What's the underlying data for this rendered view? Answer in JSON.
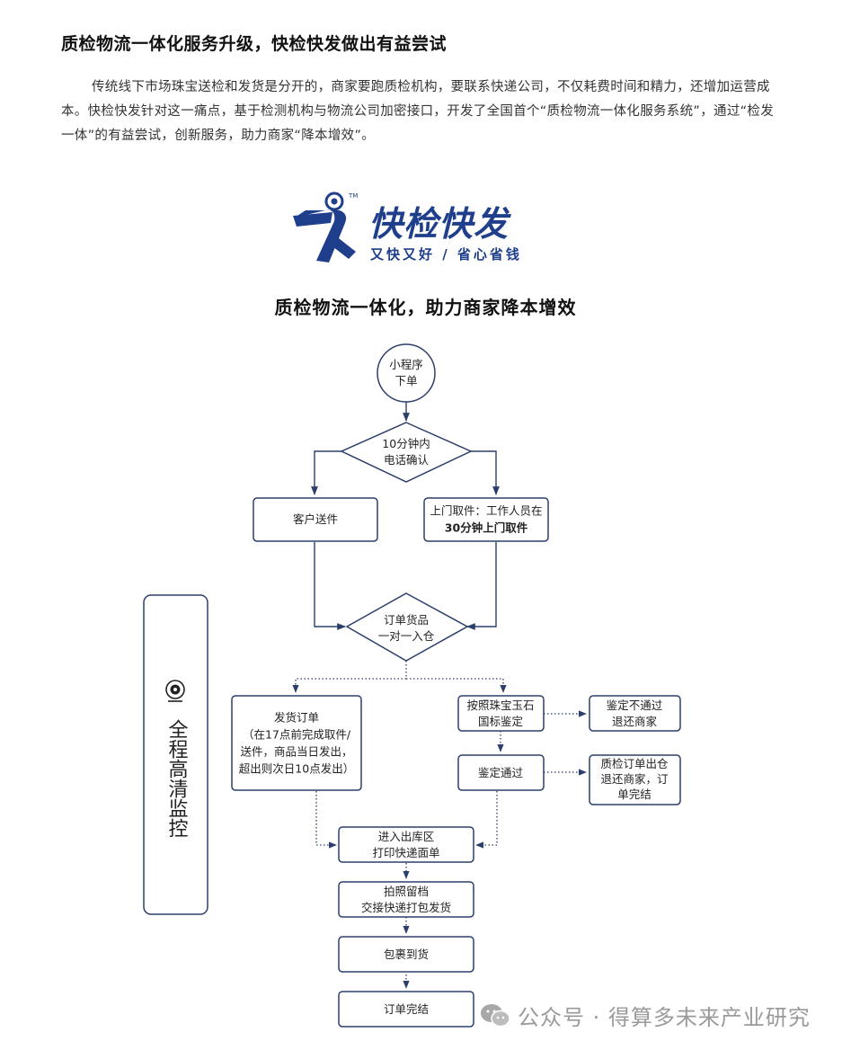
{
  "article": {
    "headline": "质检物流一体化服务升级，快检快发做出有益尝试",
    "paragraph": "传统线下市场珠宝送检和发货是分开的，商家要跑质检机构，要联系快递公司，不仅耗费时间和精力，还增加运营成本。快检快发针对这一痛点，基于检测机构与物流公司加密接口，开发了全国首个“质检物流一体化服务系统”，通过“检发一体”的有益尝试，创新服务，助力商家“降本增效”。"
  },
  "brand": {
    "name": "快检快发",
    "slogan": "又快又好 / 省心省钱",
    "trademark": "TM",
    "color": "#1f3f8c"
  },
  "diagram": {
    "title": "质检物流一体化，助力商家降本增效",
    "line_color": "#2c3e6b",
    "side_panel": {
      "icon": "webcam-icon",
      "label": "全程高清监控"
    },
    "nodes": {
      "start": [
        "小程序",
        "下单"
      ],
      "confirm": [
        "10分钟内",
        "电话确认"
      ],
      "customer_send": [
        "客户送件"
      ],
      "pickup": [
        "上门取件：工作人员在",
        "30分钟上门取件"
      ],
      "warehouse": [
        "订单货品",
        "一对一入仓"
      ],
      "ship_order": [
        "发货订单",
        "（在17点前完成取件/",
        "送件，商品当日发出，",
        "超出则次日10点发出）"
      ],
      "appraise": [
        "按照珠宝玉石",
        "国标鉴定"
      ],
      "fail": [
        "鉴定不通过",
        "退还商家"
      ],
      "pass": [
        "鉴定通过"
      ],
      "qc_return": [
        "质检订单出仓",
        "退还商家，订",
        "单完结"
      ],
      "outbound": [
        "进入出库区",
        "打印快递面单"
      ],
      "photo": [
        "拍照留档",
        "交接快递打包发货"
      ],
      "delivered": [
        "包裹到货"
      ],
      "complete": [
        "订单完结"
      ]
    }
  },
  "watermark": {
    "icon": "wechat-icon",
    "text": "公众号 · 得算多未来产业研究"
  }
}
